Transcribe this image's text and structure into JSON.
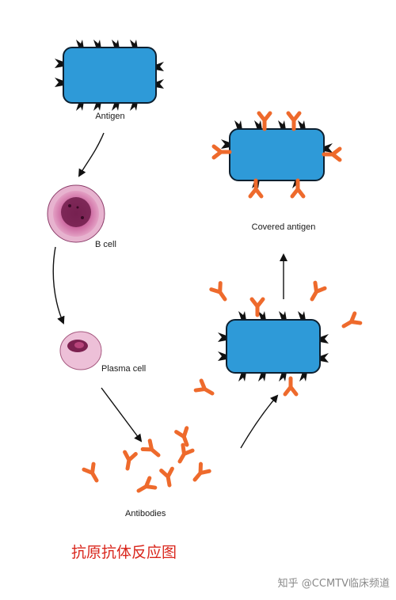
{
  "labels": {
    "antigen": "Antigen",
    "b_cell": "B cell",
    "plasma_cell": "Plasma cell",
    "antibodies": "Antibodies",
    "covered_antigen": "Covered antigen"
  },
  "title": "抗原抗体反应图",
  "watermark": "知乎 @CCMTV临床频道",
  "colors": {
    "antigen_fill": "#2e9ad8",
    "antigen_stroke": "#0d2030",
    "antibody": "#ee6a2c",
    "b_cell": "#c0679c",
    "plasma_cell": "#e9b6d0",
    "title": "#d9261c"
  }
}
